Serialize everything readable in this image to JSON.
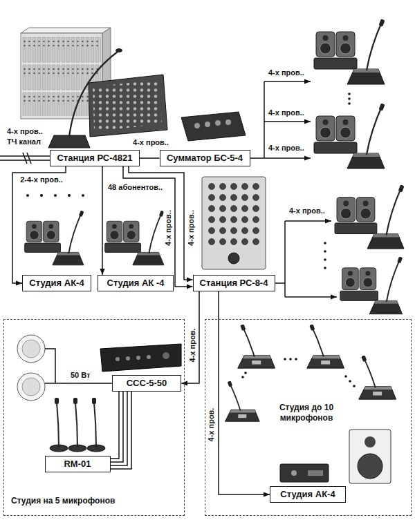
{
  "diagram": {
    "nodes": [
      {
        "text": [
          "Станция РС-4821"
        ]
      },
      {
        "text": [
          "Сумматор БС-5-4"
        ]
      },
      {
        "text": [
          "Студия АК-4"
        ]
      },
      {
        "text": [
          "Студия АК -4"
        ]
      },
      {
        "text": [
          "Станция РС-8-4"
        ]
      },
      {
        "text": [
          "Студия на 5 микрофонов"
        ]
      },
      {
        "text": [
          "ССС-5-50"
        ],
        "in": 5
      },
      {
        "text": [
          "RM-01"
        ],
        "in": 5
      },
      {
        "text": [
          "Студия до 10 микрофонов"
        ]
      },
      {
        "text": [
          "Студия АК-4"
        ],
        "in": 8
      }
    ],
    "edges": [
      {
        "from": 0,
        "to": 1,
        "label": "4-х пров..",
        "arrow": "none"
      },
      {
        "from": 0,
        "to": 2,
        "label": "2-4-х пров..",
        "arrow": "to"
      },
      {
        "from": 0,
        "to": 3,
        "arrow": "to"
      },
      {
        "from": 0,
        "to": 4,
        "label": "4-х пров..",
        "arrow": "to"
      },
      {
        "from": 0,
        "to": 4,
        "label": "4-х пров..",
        "arrow": "to"
      },
      {
        "from": 4,
        "to": 6,
        "label": "4-х пров.",
        "arrow": "to"
      },
      {
        "from": 4,
        "to": 9,
        "label": "4-х пров.",
        "arrow": "to"
      },
      {
        "from": 6,
        "to": 7,
        "arrow": "none"
      },
      {
        "from": 6,
        "to": 7,
        "arrow": "none"
      },
      {
        "from": 6,
        "to": 7,
        "arrow": "none"
      },
      {
        "from": 6,
        "to": 7,
        "arrow": "none"
      }
    ],
    "labels": [
      "4-х пров..",
      "ТЧ канал",
      "48 абонентов..",
      "4-х пров..",
      "4-х пров..",
      "4-х пров..",
      "4-х пров..",
      "50 Вт"
    ]
  }
}
